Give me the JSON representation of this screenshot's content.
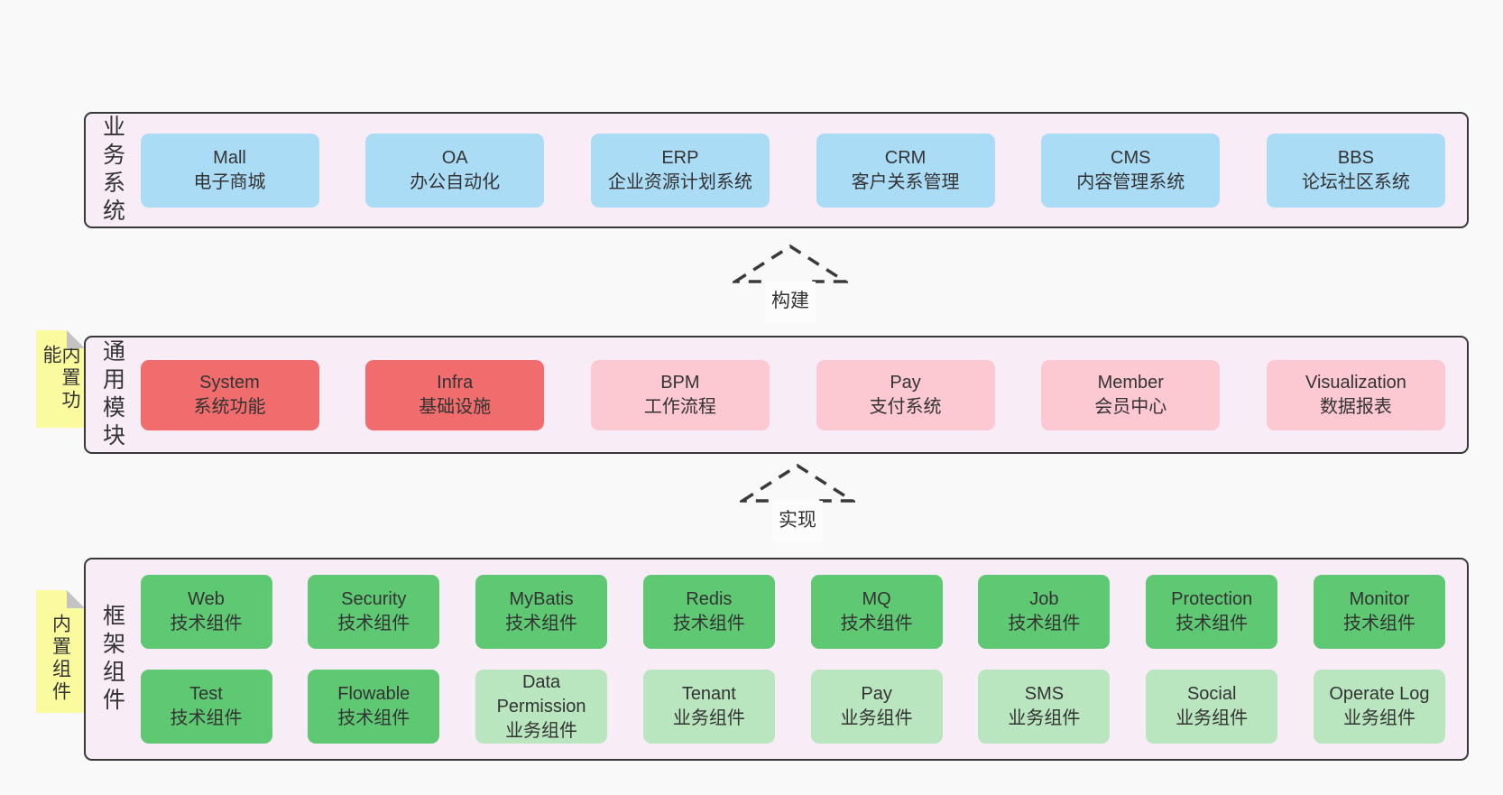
{
  "colors": {
    "page_bg": "#f9f9f9",
    "container_bg": "#f8edf6",
    "container_border": "#383838",
    "box_blue": "#abdcf6",
    "box_red": "#f16d6d",
    "box_pink": "#fcc8d2",
    "box_green": "#5ec873",
    "box_light_green": "#b9e6bf",
    "sticky_yellow": "#fafa9e",
    "sticky_fold_gray": "#c3c3c3",
    "text": "#333333"
  },
  "arrows": [
    {
      "label": "构建"
    },
    {
      "label": "实现"
    }
  ],
  "sections": {
    "business": {
      "label": "业务系统",
      "boxes": [
        {
          "title": "Mall",
          "subtitle": "电子商城"
        },
        {
          "title": "OA",
          "subtitle": "办公自动化"
        },
        {
          "title": "ERP",
          "subtitle": "企业资源计划系统"
        },
        {
          "title": "CRM",
          "subtitle": "客户关系管理"
        },
        {
          "title": "CMS",
          "subtitle": "内容管理系统"
        },
        {
          "title": "BBS",
          "subtitle": "论坛社区系统"
        }
      ]
    },
    "modules": {
      "label": "通用模块",
      "sticky": "内置功能",
      "boxes": [
        {
          "title": "System",
          "subtitle": "系统功能",
          "variant": "red"
        },
        {
          "title": "Infra",
          "subtitle": "基础设施",
          "variant": "red"
        },
        {
          "title": "BPM",
          "subtitle": "工作流程",
          "variant": "pink"
        },
        {
          "title": "Pay",
          "subtitle": "支付系统",
          "variant": "pink"
        },
        {
          "title": "Member",
          "subtitle": "会员中心",
          "variant": "pink"
        },
        {
          "title": "Visualization",
          "subtitle": "数据报表",
          "variant": "pink"
        }
      ]
    },
    "components": {
      "label": "框架组件",
      "sticky": "内置组件",
      "rows": [
        [
          {
            "title": "Web",
            "subtitle": "技术组件",
            "variant": "green"
          },
          {
            "title": "Security",
            "subtitle": "技术组件",
            "variant": "green"
          },
          {
            "title": "MyBatis",
            "subtitle": "技术组件",
            "variant": "green"
          },
          {
            "title": "Redis",
            "subtitle": "技术组件",
            "variant": "green"
          },
          {
            "title": "MQ",
            "subtitle": "技术组件",
            "variant": "green"
          },
          {
            "title": "Job",
            "subtitle": "技术组件",
            "variant": "green"
          },
          {
            "title": "Protection",
            "subtitle": "技术组件",
            "variant": "green"
          },
          {
            "title": "Monitor",
            "subtitle": "技术组件",
            "variant": "green"
          }
        ],
        [
          {
            "title": "Test",
            "subtitle": "技术组件",
            "variant": "green"
          },
          {
            "title": "Flowable",
            "subtitle": "技术组件",
            "variant": "green"
          },
          {
            "title": "Data Permission",
            "subtitle": "业务组件",
            "variant": "light_green"
          },
          {
            "title": "Tenant",
            "subtitle": "业务组件",
            "variant": "light_green"
          },
          {
            "title": "Pay",
            "subtitle": "业务组件",
            "variant": "light_green"
          },
          {
            "title": "SMS",
            "subtitle": "业务组件",
            "variant": "light_green"
          },
          {
            "title": "Social",
            "subtitle": "业务组件",
            "variant": "light_green"
          },
          {
            "title": "Operate Log",
            "subtitle": "业务组件",
            "variant": "light_green"
          }
        ]
      ]
    }
  }
}
